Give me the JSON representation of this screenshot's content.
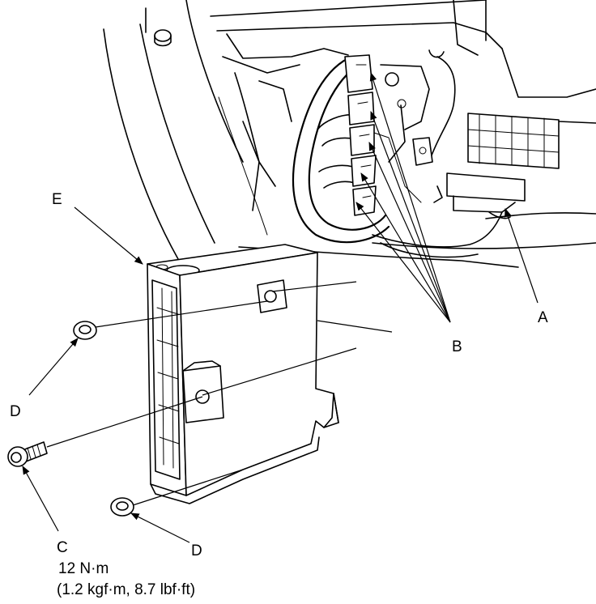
{
  "callouts": {
    "a": "A",
    "b": "B",
    "c": "C",
    "d_upper": "D",
    "d_lower": "D",
    "e": "E"
  },
  "torque": {
    "line1": "12 N·m",
    "line2": "(1.2 kgf·m, 8.7 lbf·ft)"
  }
}
